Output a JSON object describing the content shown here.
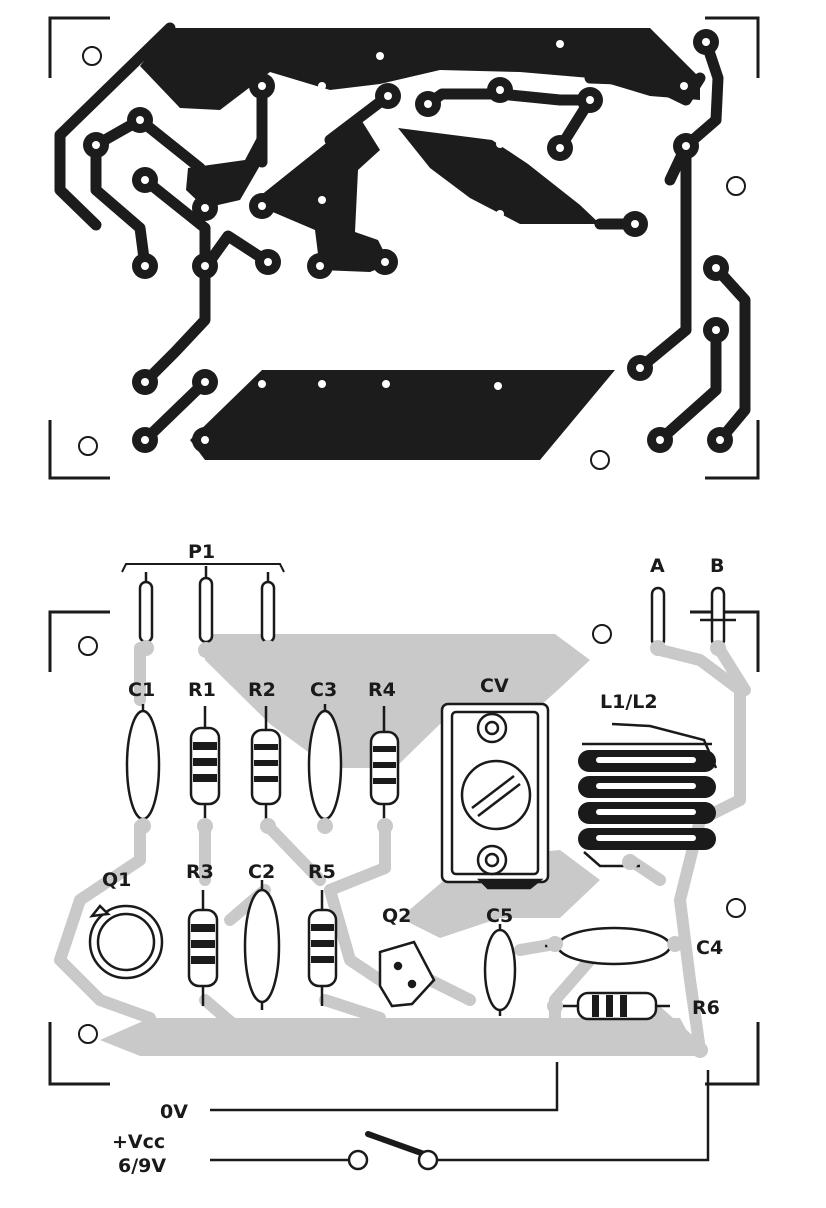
{
  "colors": {
    "ink": "#1a1a1a",
    "copper": "#1c1c1c",
    "copper_shadow": "#c9c9c9",
    "paper": "#ffffff"
  },
  "labels": {
    "p1": "P1",
    "a": "A",
    "b": "B",
    "c1": "C1",
    "r1": "R1",
    "r2": "R2",
    "c3": "C3",
    "r4": "R4",
    "cv": "CV",
    "l1l2": "L1/L2",
    "q1": "Q1",
    "r3": "R3",
    "c2": "C2",
    "r5": "R5",
    "q2": "Q2",
    "c5": "C5",
    "c4": "C4",
    "r6": "R6",
    "ov": "0V",
    "vcc": "+Vcc",
    "vcc_range": "6/9V"
  }
}
